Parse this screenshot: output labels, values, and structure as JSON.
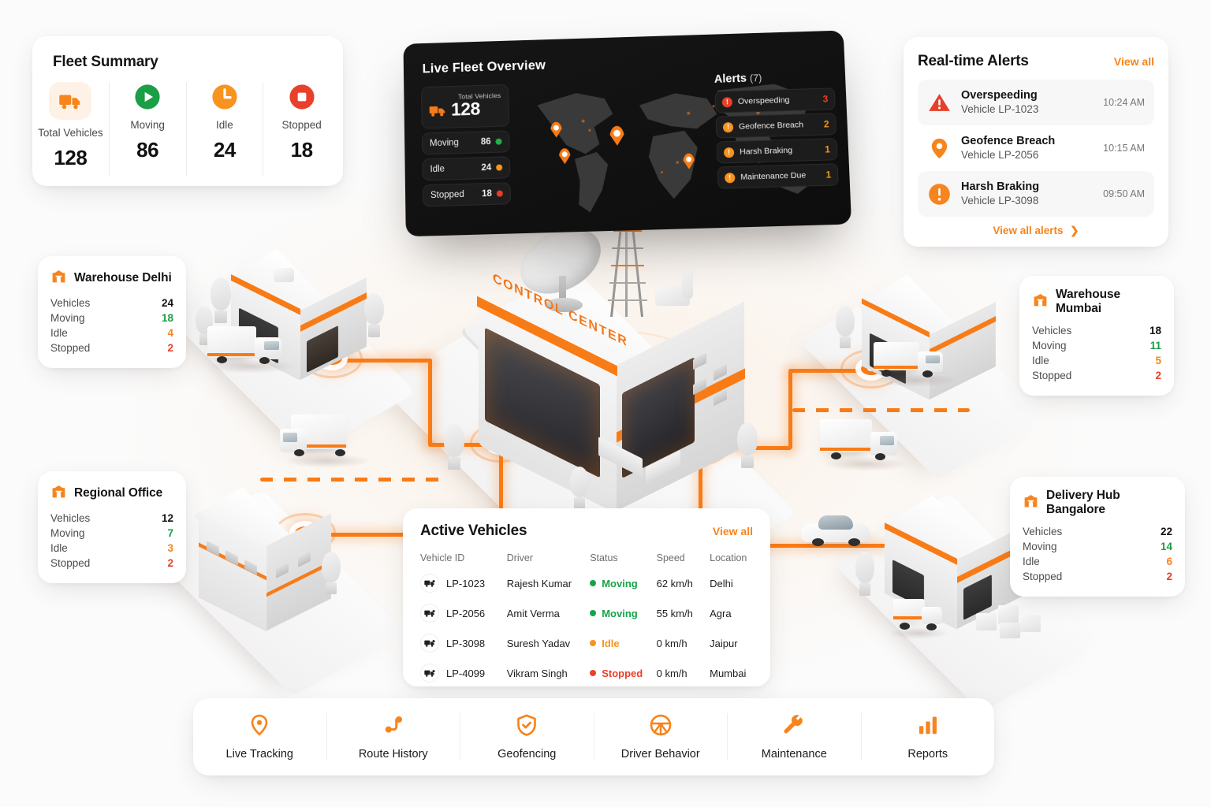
{
  "fleet_summary": {
    "title": "Fleet Summary",
    "stats": [
      {
        "label": "Total Vehicles",
        "value": "128",
        "icon": "truck-icon",
        "color": "#f7841c"
      },
      {
        "label": "Moving",
        "value": "86",
        "icon": "play-icon",
        "color": "#1a9e46"
      },
      {
        "label": "Idle",
        "value": "24",
        "icon": "clock-icon",
        "color": "#f7931e"
      },
      {
        "label": "Stopped",
        "value": "18",
        "icon": "stop-icon",
        "color": "#e8402a"
      }
    ]
  },
  "live_fleet": {
    "title": "Live Fleet Overview",
    "total_caption": "Total Vehicles",
    "total_value": "128",
    "status": [
      {
        "label": "Moving",
        "value": "86",
        "color": "#22b04a"
      },
      {
        "label": "Idle",
        "value": "24",
        "color": "#f7931e"
      },
      {
        "label": "Stopped",
        "value": "18",
        "color": "#ed3c24"
      }
    ],
    "alerts_title": "Alerts",
    "alerts_count": "(7)",
    "alerts": [
      {
        "name": "Overspeeding",
        "count": "3",
        "color": "#e8402a",
        "icon": "warning-triangle-icon"
      },
      {
        "name": "Geofence Breach",
        "count": "2",
        "color": "#f7931e",
        "icon": "exclamation-circle-icon"
      },
      {
        "name": "Harsh Braking",
        "count": "1",
        "color": "#f7931e",
        "icon": "exclamation-circle-icon"
      },
      {
        "name": "Maintenance Due",
        "count": "1",
        "color": "#f7931e",
        "icon": "exclamation-circle-icon"
      }
    ]
  },
  "realtime_alerts": {
    "title": "Real-time Alerts",
    "view_all": "View all",
    "items": [
      {
        "title": "Overspeeding",
        "subtitle": "Vehicle LP-1023",
        "time": "10:24 AM",
        "icon": "warning-triangle-icon",
        "color": "#e8402a",
        "highlight": true
      },
      {
        "title": "Geofence Breach",
        "subtitle": "Vehicle LP-2056",
        "time": "10:15 AM",
        "icon": "map-pin-icon",
        "color": "#f7841c",
        "highlight": false
      },
      {
        "title": "Harsh Braking",
        "subtitle": "Vehicle LP-3098",
        "time": "09:50 AM",
        "icon": "exclamation-circle-icon",
        "color": "#f7841c",
        "highlight": true
      }
    ],
    "footer": "View all alerts",
    "footer_icon": "chevron-right-icon"
  },
  "sites": {
    "delhi": {
      "name": "Warehouse Delhi",
      "icon": "warehouse-icon",
      "rows": [
        {
          "k": "Vehicles",
          "v": "24",
          "c": "#111"
        },
        {
          "k": "Moving",
          "v": "18",
          "c": "#1a9e46"
        },
        {
          "k": "Idle",
          "v": "4",
          "c": "#f7841c"
        },
        {
          "k": "Stopped",
          "v": "2",
          "c": "#e8402a"
        }
      ]
    },
    "regional": {
      "name": "Regional Office",
      "icon": "warehouse-icon",
      "rows": [
        {
          "k": "Vehicles",
          "v": "12",
          "c": "#111"
        },
        {
          "k": "Moving",
          "v": "7",
          "c": "#1a9e46"
        },
        {
          "k": "Idle",
          "v": "3",
          "c": "#f7841c"
        },
        {
          "k": "Stopped",
          "v": "2",
          "c": "#e8402a"
        }
      ]
    },
    "mumbai": {
      "name": "Warehouse Mumbai",
      "icon": "warehouse-icon",
      "rows": [
        {
          "k": "Vehicles",
          "v": "18",
          "c": "#111"
        },
        {
          "k": "Moving",
          "v": "11",
          "c": "#1a9e46"
        },
        {
          "k": "Idle",
          "v": "5",
          "c": "#f7841c"
        },
        {
          "k": "Stopped",
          "v": "2",
          "c": "#e8402a"
        }
      ]
    },
    "bangalore": {
      "name": "Delivery Hub Bangalore",
      "icon": "warehouse-icon",
      "rows": [
        {
          "k": "Vehicles",
          "v": "22",
          "c": "#111"
        },
        {
          "k": "Moving",
          "v": "14",
          "c": "#1a9e46"
        },
        {
          "k": "Idle",
          "v": "6",
          "c": "#f7841c"
        },
        {
          "k": "Stopped",
          "v": "2",
          "c": "#e8402a"
        }
      ]
    }
  },
  "active_vehicles": {
    "title": "Active Vehicles",
    "view_all": "View all",
    "columns": [
      "Vehicle ID",
      "Driver",
      "Status",
      "Speed",
      "Location"
    ],
    "rows": [
      {
        "id": "LP-1023",
        "driver": "Rajesh Kumar",
        "status": "Moving",
        "status_color": "#16a34a",
        "speed": "62 km/h",
        "location": "Delhi"
      },
      {
        "id": "LP-2056",
        "driver": "Amit Verma",
        "status": "Moving",
        "status_color": "#16a34a",
        "speed": "55 km/h",
        "location": "Agra"
      },
      {
        "id": "LP-3098",
        "driver": "Suresh Yadav",
        "status": "Idle",
        "status_color": "#f7931e",
        "speed": "0 km/h",
        "location": "Jaipur"
      },
      {
        "id": "LP-4099",
        "driver": "Vikram Singh",
        "status": "Stopped",
        "status_color": "#e8402a",
        "speed": "0 km/h",
        "location": "Mumbai"
      }
    ]
  },
  "bottom_nav": {
    "items": [
      {
        "label": "Live Tracking",
        "icon": "map-pin-icon"
      },
      {
        "label": "Route History",
        "icon": "route-icon"
      },
      {
        "label": "Geofencing",
        "icon": "shield-check-icon"
      },
      {
        "label": "Driver Behavior",
        "icon": "steering-wheel-icon"
      },
      {
        "label": "Maintenance",
        "icon": "wrench-icon"
      },
      {
        "label": "Reports",
        "icon": "bar-chart-icon"
      }
    ]
  },
  "scene": {
    "control_center_label": "CONTROL CENTER",
    "accent": "#f97b16"
  }
}
